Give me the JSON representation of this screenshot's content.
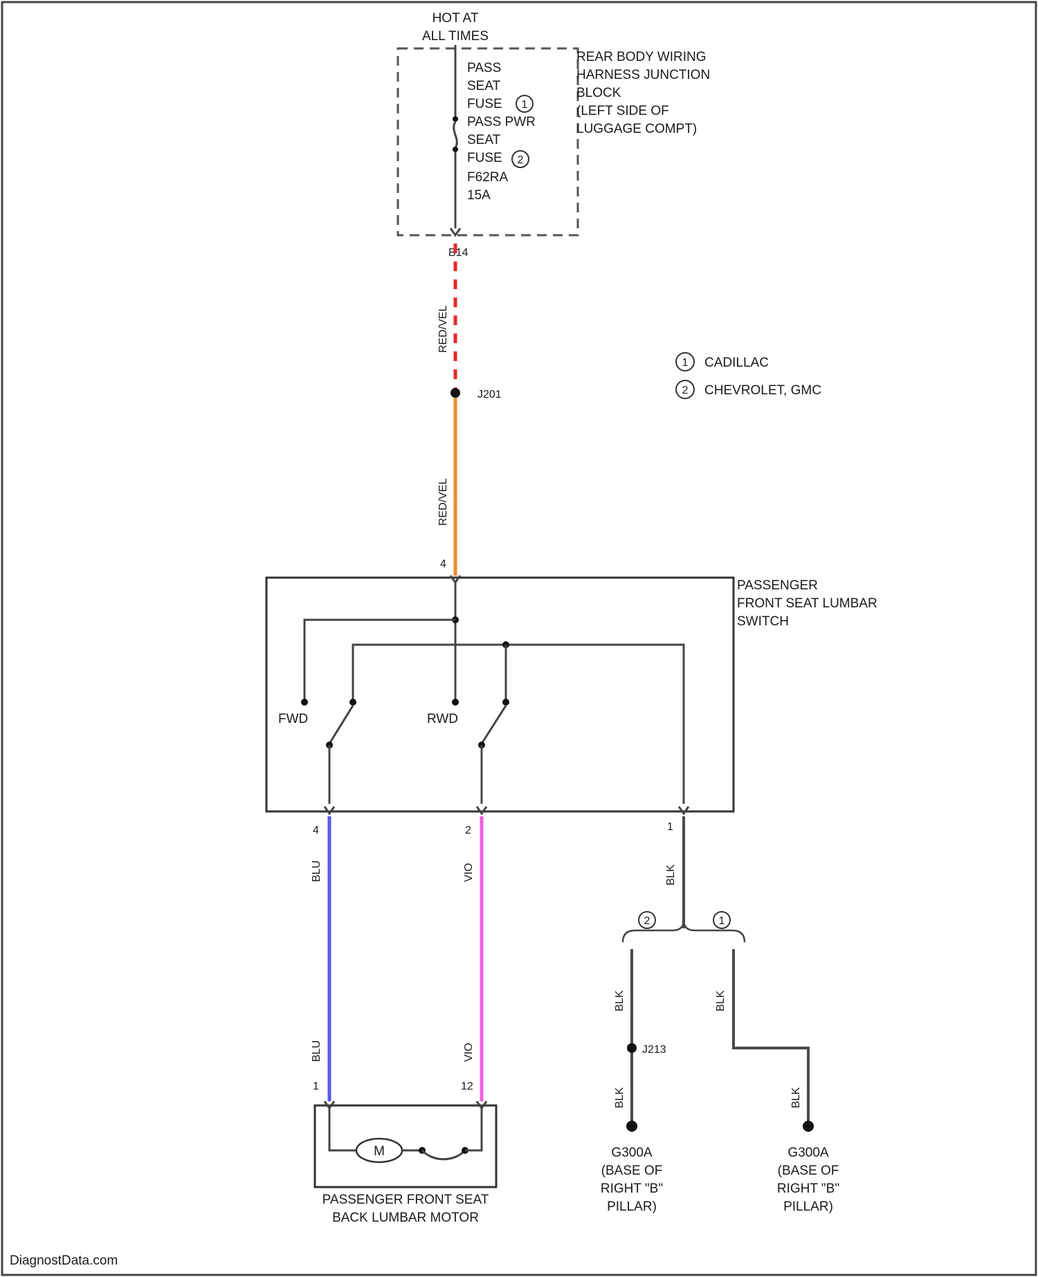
{
  "power_note": [
    "HOT AT",
    "ALL TIMES"
  ],
  "junction_block": {
    "label": [
      "REAR BODY WIRING",
      "HARNESS JUNCTION",
      "BLOCK",
      "(LEFT SIDE OF",
      "LUGGAGE COMPT)"
    ],
    "fuse1_text": [
      "PASS",
      "SEAT",
      "FUSE"
    ],
    "fuse2_text": [
      "PASS PWR",
      "SEAT",
      "FUSE"
    ],
    "fuse2_extra": [
      "F62RA",
      "15A"
    ],
    "fuse1_marker": "1",
    "fuse2_marker": "2",
    "pin": "B14"
  },
  "wires": {
    "red_dash_color_code": "RED/VEL",
    "orange_color_code": "RED/VEL",
    "left_motor_wire": "BLU",
    "right_motor_wire": "VIO",
    "ground_main": "BLK",
    "ground_left_upper": "BLK",
    "ground_left_lower": "BLK",
    "ground_right_upper": "BLK",
    "ground_right_lower": "BLK"
  },
  "splices": {
    "upper": "J201",
    "ground": "J213"
  },
  "legend": [
    {
      "marker": "1",
      "text": "CADILLAC"
    },
    {
      "marker": "2",
      "text": "CHEVROLET, GMC"
    }
  ],
  "switch": {
    "label": [
      "PASSENGER",
      "FRONT SEAT LUMBAR",
      "SWITCH"
    ],
    "left_contact": "FWD",
    "right_contact": "RWD",
    "pin_top": "4",
    "pin_left": "4",
    "pin_mid": "2",
    "pin_right": "1"
  },
  "motor": {
    "symbol": "M",
    "label": [
      "PASSENGER FRONT SEAT",
      "BACK LUMBAR MOTOR"
    ],
    "pin_left": "1",
    "pin_right": "12"
  },
  "grounds": {
    "left_marker": "2",
    "right_marker": "1",
    "left": [
      "G300A",
      "(BASE OF",
      "RIGHT \"B\"",
      "PILLAR)"
    ],
    "right": [
      "G300A",
      "(BASE OF",
      "RIGHT \"B\"",
      "PILLAR)"
    ]
  },
  "watermark": "DiagnostData.com",
  "colors": {
    "red_wire": "#e52a2a",
    "orange_wire": "#f08a2a",
    "blue_wire": "#5858f0",
    "violet_wire": "#f060e0",
    "ground_wire": "#4a4a4a"
  }
}
